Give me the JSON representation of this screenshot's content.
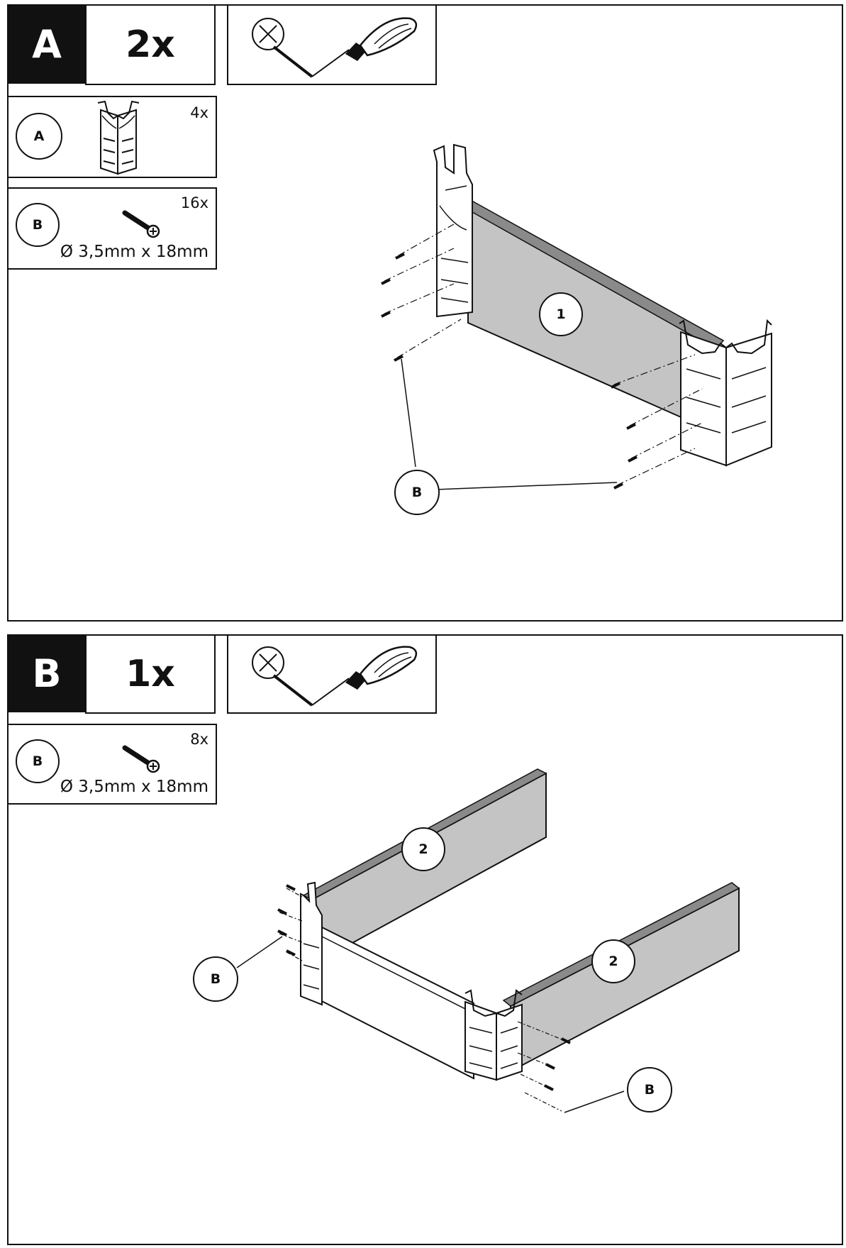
{
  "steps": [
    {
      "letter": "A",
      "quantity": "2x",
      "parts": [
        {
          "label": "A",
          "count": "4x",
          "icon": "corner-bracket-icon"
        },
        {
          "label": "B",
          "count": "16x",
          "icon": "screw-icon",
          "spec": "Ø 3,5mm x 18mm"
        }
      ],
      "tool_icon": "screwdriver-icon",
      "callouts": {
        "panel": "1",
        "screw": "B"
      }
    },
    {
      "letter": "B",
      "quantity": "1x",
      "parts": [
        {
          "label": "B",
          "count": "8x",
          "icon": "screw-icon",
          "spec": "Ø 3,5mm x 18mm"
        }
      ],
      "tool_icon": "screwdriver-icon",
      "callouts": {
        "panel_left": "2",
        "panel_right": "2",
        "screw_left": "B",
        "screw_right": "B"
      }
    }
  ],
  "colors": {
    "line": "#111111",
    "panel_fill": "#c4c4c4",
    "panel_top": "#8a8a8a",
    "background": "#ffffff"
  }
}
